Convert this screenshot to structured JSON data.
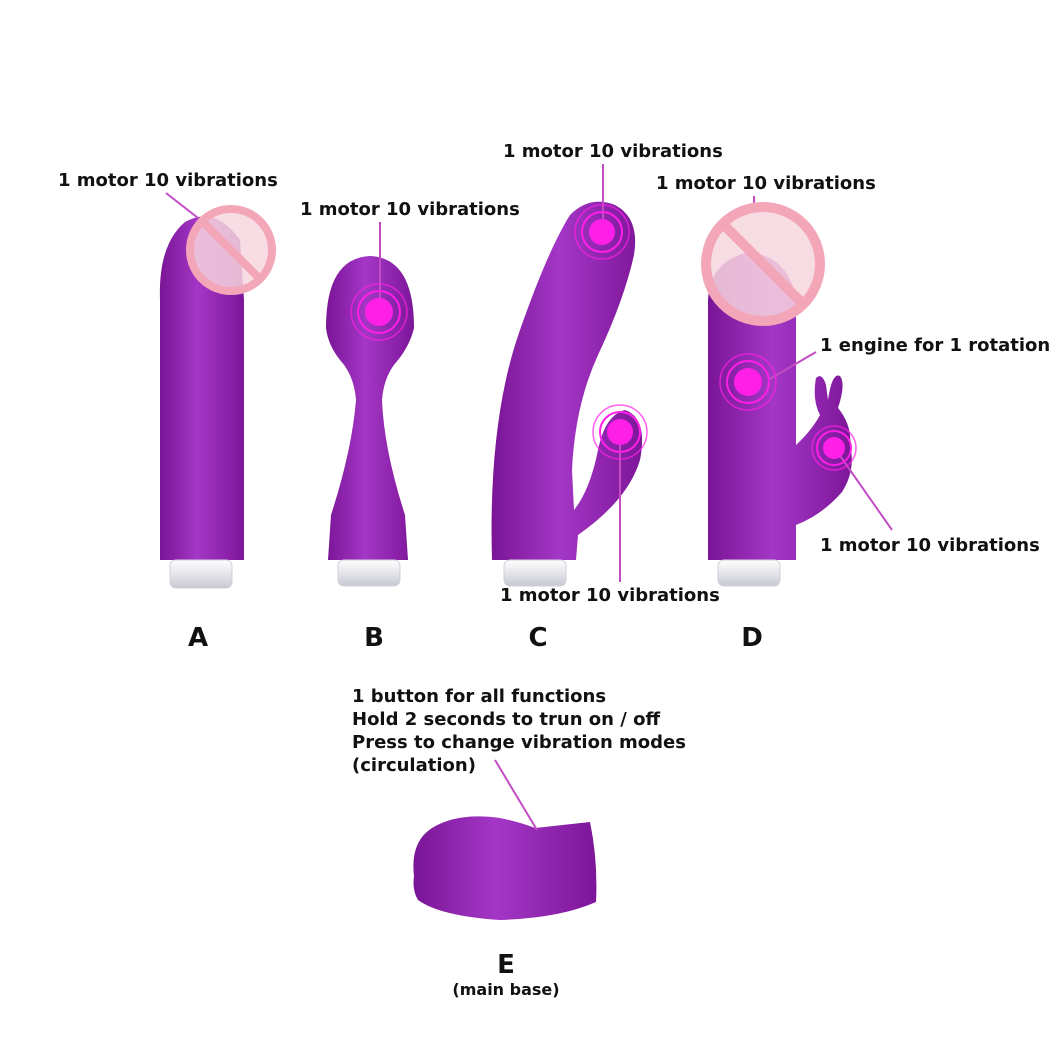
{
  "colors": {
    "body_purple": "#8c1fa8",
    "body_highlight": "#b24ad0",
    "motor_pink": "#ff1fe6",
    "leader_line": "#c24cc4",
    "censor_pink": "#f2a6b8",
    "text": "#111111",
    "background": "#ffffff"
  },
  "icons": {
    "motor": "vibration-ring-icon",
    "censor": "prohibited-sign-icon"
  },
  "products": {
    "a": {
      "letter": "A",
      "labels": [
        "1 motor 10 vibrations"
      ]
    },
    "b": {
      "letter": "B",
      "labels": [
        "1 motor 10 vibrations"
      ]
    },
    "c": {
      "letter": "C",
      "labels": [
        "1 motor 10 vibrations",
        "1 motor 10 vibrations"
      ]
    },
    "d": {
      "letter": "D",
      "labels": [
        "1 motor 10 vibrations",
        "1 engine for 1 rotation",
        "1 motor 10 vibrations"
      ]
    },
    "e": {
      "letter": "E",
      "subtitle": "(main base)",
      "notes": [
        "1 button for all functions",
        "Hold 2 seconds to trun on / off",
        "Press to change vibration modes",
        "(circulation)"
      ]
    }
  }
}
